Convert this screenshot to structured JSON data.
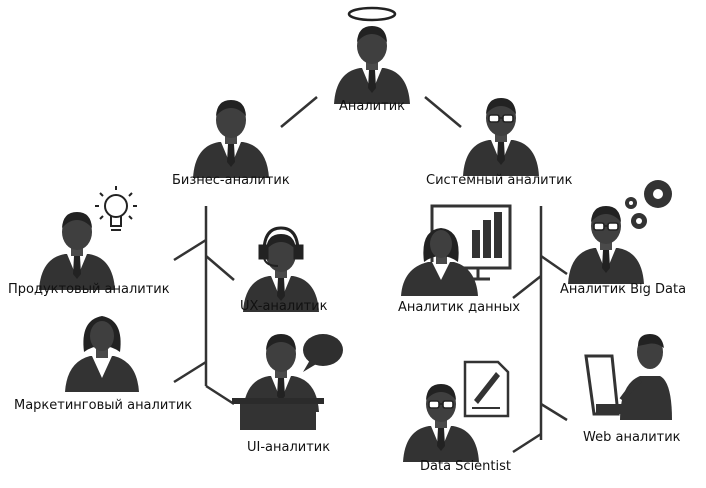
{
  "diagram": {
    "roles": {
      "analyst": "Аналитик",
      "business": "Бизнес-аналитик",
      "system": "Системный аналитик",
      "product": "Продуктовый аналитик",
      "ux": "UX-аналитик",
      "marketing": "Маркетинговый аналитик",
      "ui": "UI-аналитик",
      "data": "Аналитик данных",
      "bigdata": "Аналитик Big Data",
      "scientist": "Data Scientist",
      "web": "Web аналитик"
    },
    "colors": {
      "line": "#333333",
      "figure": "#3a3a3a",
      "figure_dark": "#2b2b2b",
      "shirt": "#ffffff",
      "accent": "#555555"
    },
    "icons": [
      "halo-icon",
      "person-icon",
      "person-glasses-icon",
      "lightbulb-icon",
      "headset-icon",
      "speech-bubble-icon",
      "laptop-icon",
      "bar-chart-icon",
      "gears-icon",
      "pen-document-icon",
      "monitor-icon"
    ]
  }
}
